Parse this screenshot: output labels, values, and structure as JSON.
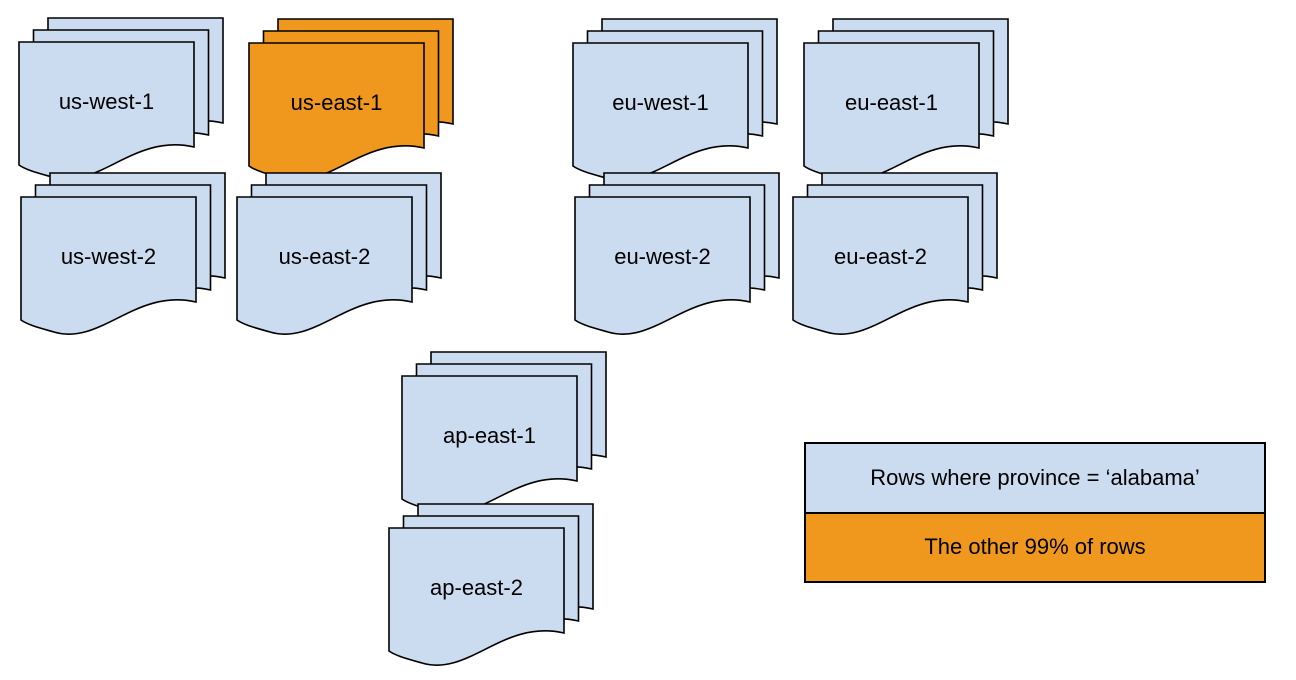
{
  "colors": {
    "blue": "#ccdcf0",
    "orange": "#f0981e",
    "stroke": "#000000",
    "text": "#000000",
    "background": "#ffffff"
  },
  "diagram": {
    "description": "Document stacks representing database regions; one region highlighted orange",
    "stacks": [
      {
        "id": "us-west-1",
        "label": "us-west-1",
        "color": "blue"
      },
      {
        "id": "us-east-1",
        "label": "us-east-1",
        "color": "orange"
      },
      {
        "id": "eu-west-1",
        "label": "eu-west-1",
        "color": "blue"
      },
      {
        "id": "eu-east-1",
        "label": "eu-east-1",
        "color": "blue"
      },
      {
        "id": "us-west-2",
        "label": "us-west-2",
        "color": "blue"
      },
      {
        "id": "us-east-2",
        "label": "us-east-2",
        "color": "blue"
      },
      {
        "id": "eu-west-2",
        "label": "eu-west-2",
        "color": "blue"
      },
      {
        "id": "eu-east-2",
        "label": "eu-east-2",
        "color": "blue"
      },
      {
        "id": "ap-east-1",
        "label": "ap-east-1",
        "color": "blue"
      },
      {
        "id": "ap-east-2",
        "label": "ap-east-2",
        "color": "blue"
      }
    ],
    "legend": {
      "items": [
        {
          "label": "Rows where province = ‘alabama’",
          "color": "blue"
        },
        {
          "label": "The other 99% of rows",
          "color": "orange"
        }
      ]
    }
  }
}
